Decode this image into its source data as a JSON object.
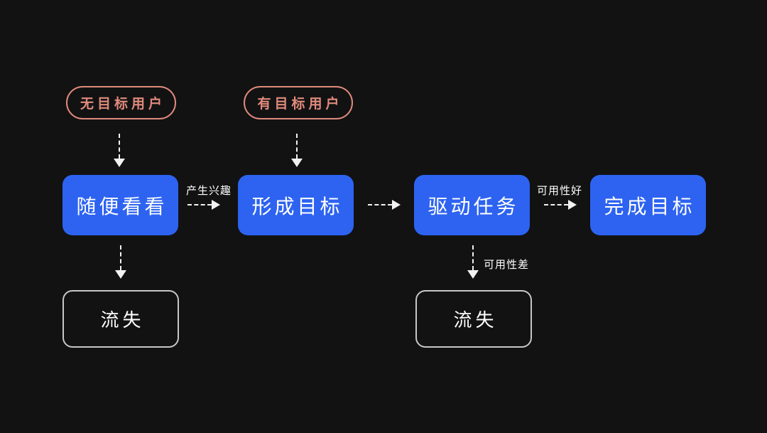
{
  "diagram": {
    "title": "user-goal-flow",
    "pills": [
      {
        "label": "无目标用户"
      },
      {
        "label": "有目标用户"
      }
    ],
    "nodes": [
      {
        "label": "随便看看"
      },
      {
        "label": "形成目标"
      },
      {
        "label": "驱动任务"
      },
      {
        "label": "完成目标"
      }
    ],
    "edge_labels": {
      "interest": "产生兴趣",
      "usability_good": "可用性好",
      "usability_bad": "可用性差"
    },
    "churn_nodes": [
      {
        "label": "流失"
      },
      {
        "label": "流失"
      }
    ],
    "colors": {
      "background": "#121213",
      "node_blue": "#2D63F0",
      "pill_salmon": "#E08A7C",
      "churn_border": "#C7C7CA",
      "arrow_white": "#F2F2F2",
      "text_white": "#FFFFFF"
    }
  }
}
